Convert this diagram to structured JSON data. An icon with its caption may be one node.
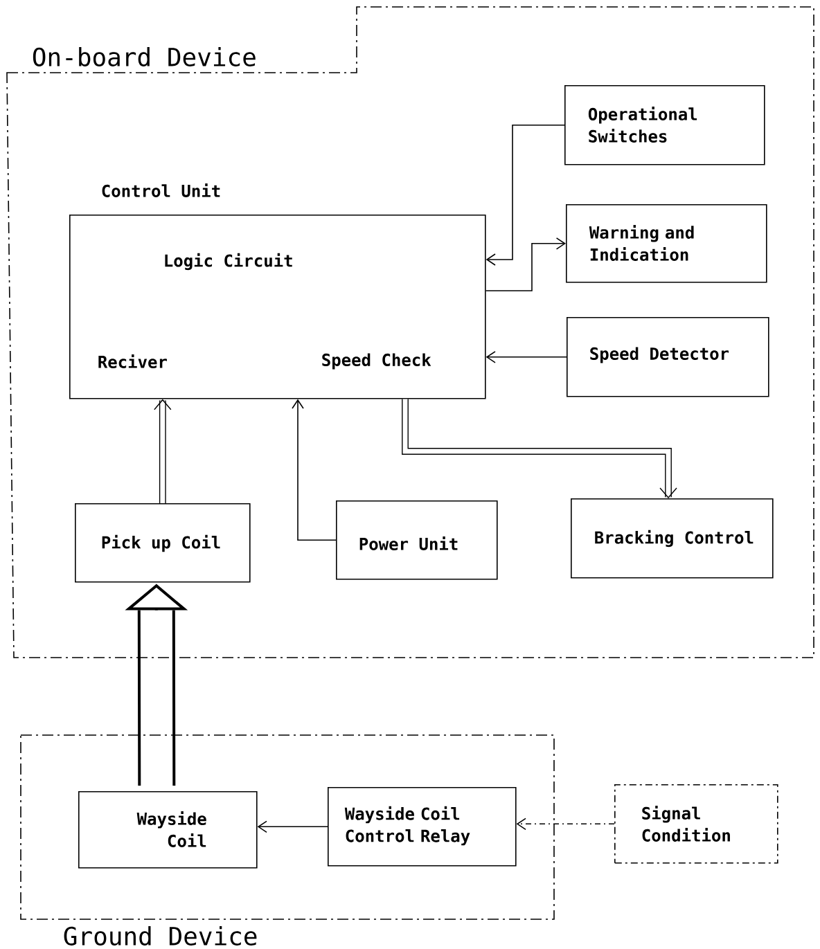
{
  "diagram": {
    "nodes": [
      {
        "text": [
          "On-board Device"
        ]
      },
      {
        "text": [
          "Control Unit",
          "Logic Circuit",
          "Reciver",
          "Speed Check"
        ],
        "in": 0
      },
      {
        "text": [
          "Operational Switches"
        ],
        "in": 0
      },
      {
        "text": [
          "Warning and Indication"
        ],
        "in": 0
      },
      {
        "text": [
          "Speed Detector"
        ],
        "in": 0
      },
      {
        "text": [
          "Pick up Coil"
        ],
        "in": 0
      },
      {
        "text": [
          "Power Unit"
        ],
        "in": 0
      },
      {
        "text": [
          "Bracking Control"
        ],
        "in": 0
      },
      {
        "text": [
          "Ground Device"
        ]
      },
      {
        "text": [
          "Wayside Coil"
        ],
        "in": 8
      },
      {
        "text": [
          "Wayside Coil Control Relay"
        ],
        "in": 8
      },
      {
        "text": [
          "Signal Condition"
        ]
      }
    ],
    "edges": [
      {
        "from": 2,
        "to": 1,
        "arrow": "to"
      },
      {
        "from": 1,
        "to": 3,
        "arrow": "to"
      },
      {
        "from": 4,
        "to": 1,
        "arrow": "to"
      },
      {
        "from": 5,
        "to": 1,
        "arrow": "to",
        "style": "thick"
      },
      {
        "from": 6,
        "to": 1,
        "arrow": "to"
      },
      {
        "from": 1,
        "to": 7,
        "arrow": "to",
        "style": "thick"
      },
      {
        "from": 9,
        "to": 5,
        "arrow": "to",
        "style": "thick"
      },
      {
        "from": 10,
        "to": 9,
        "arrow": "to"
      },
      {
        "from": 11,
        "to": 10,
        "arrow": "to",
        "style": "dashed"
      }
    ]
  }
}
